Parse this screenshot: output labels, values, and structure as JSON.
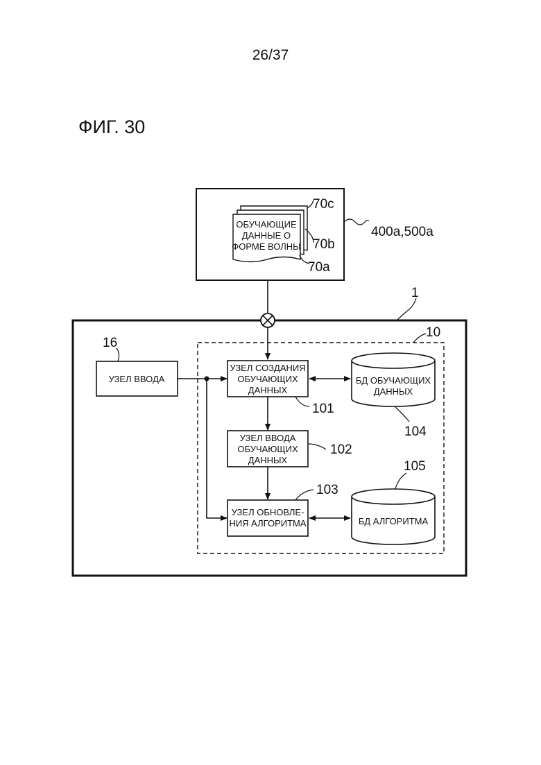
{
  "page_number": "26/37",
  "figure_title": "ФИГ. 30",
  "source": {
    "ref": "400a,500a",
    "doc_lines": [
      "ОБУЧАЮЩИЕ",
      "ДАННЫЕ О",
      "ФОРМЕ ВОЛНЫ"
    ],
    "doc_refs": {
      "a": "70a",
      "b": "70b",
      "c": "70c"
    }
  },
  "device": {
    "ref": "1"
  },
  "processor": {
    "ref": "10"
  },
  "input_unit": {
    "ref": "16",
    "label": "УЗЕЛ ВВОДА"
  },
  "creation_unit": {
    "ref": "101",
    "lines": [
      "УЗЕЛ СОЗДАНИЯ",
      "ОБУЧАЮЩИХ",
      "ДАННЫХ"
    ]
  },
  "training_input_unit": {
    "ref": "102",
    "lines": [
      "УЗЕЛ ВВОДА",
      "ОБУЧАЮЩИХ",
      "ДАННЫХ"
    ]
  },
  "update_unit": {
    "ref": "103",
    "lines": [
      "УЗЕЛ ОБНОВЛЕ-",
      "НИЯ АЛГОРИТМА"
    ]
  },
  "training_db": {
    "ref": "104",
    "lines": [
      "БД ОБУЧАЮЩИХ",
      "ДАННЫХ"
    ]
  },
  "algorithm_db": {
    "ref": "105",
    "label": "БД АЛГОРИТМА"
  }
}
